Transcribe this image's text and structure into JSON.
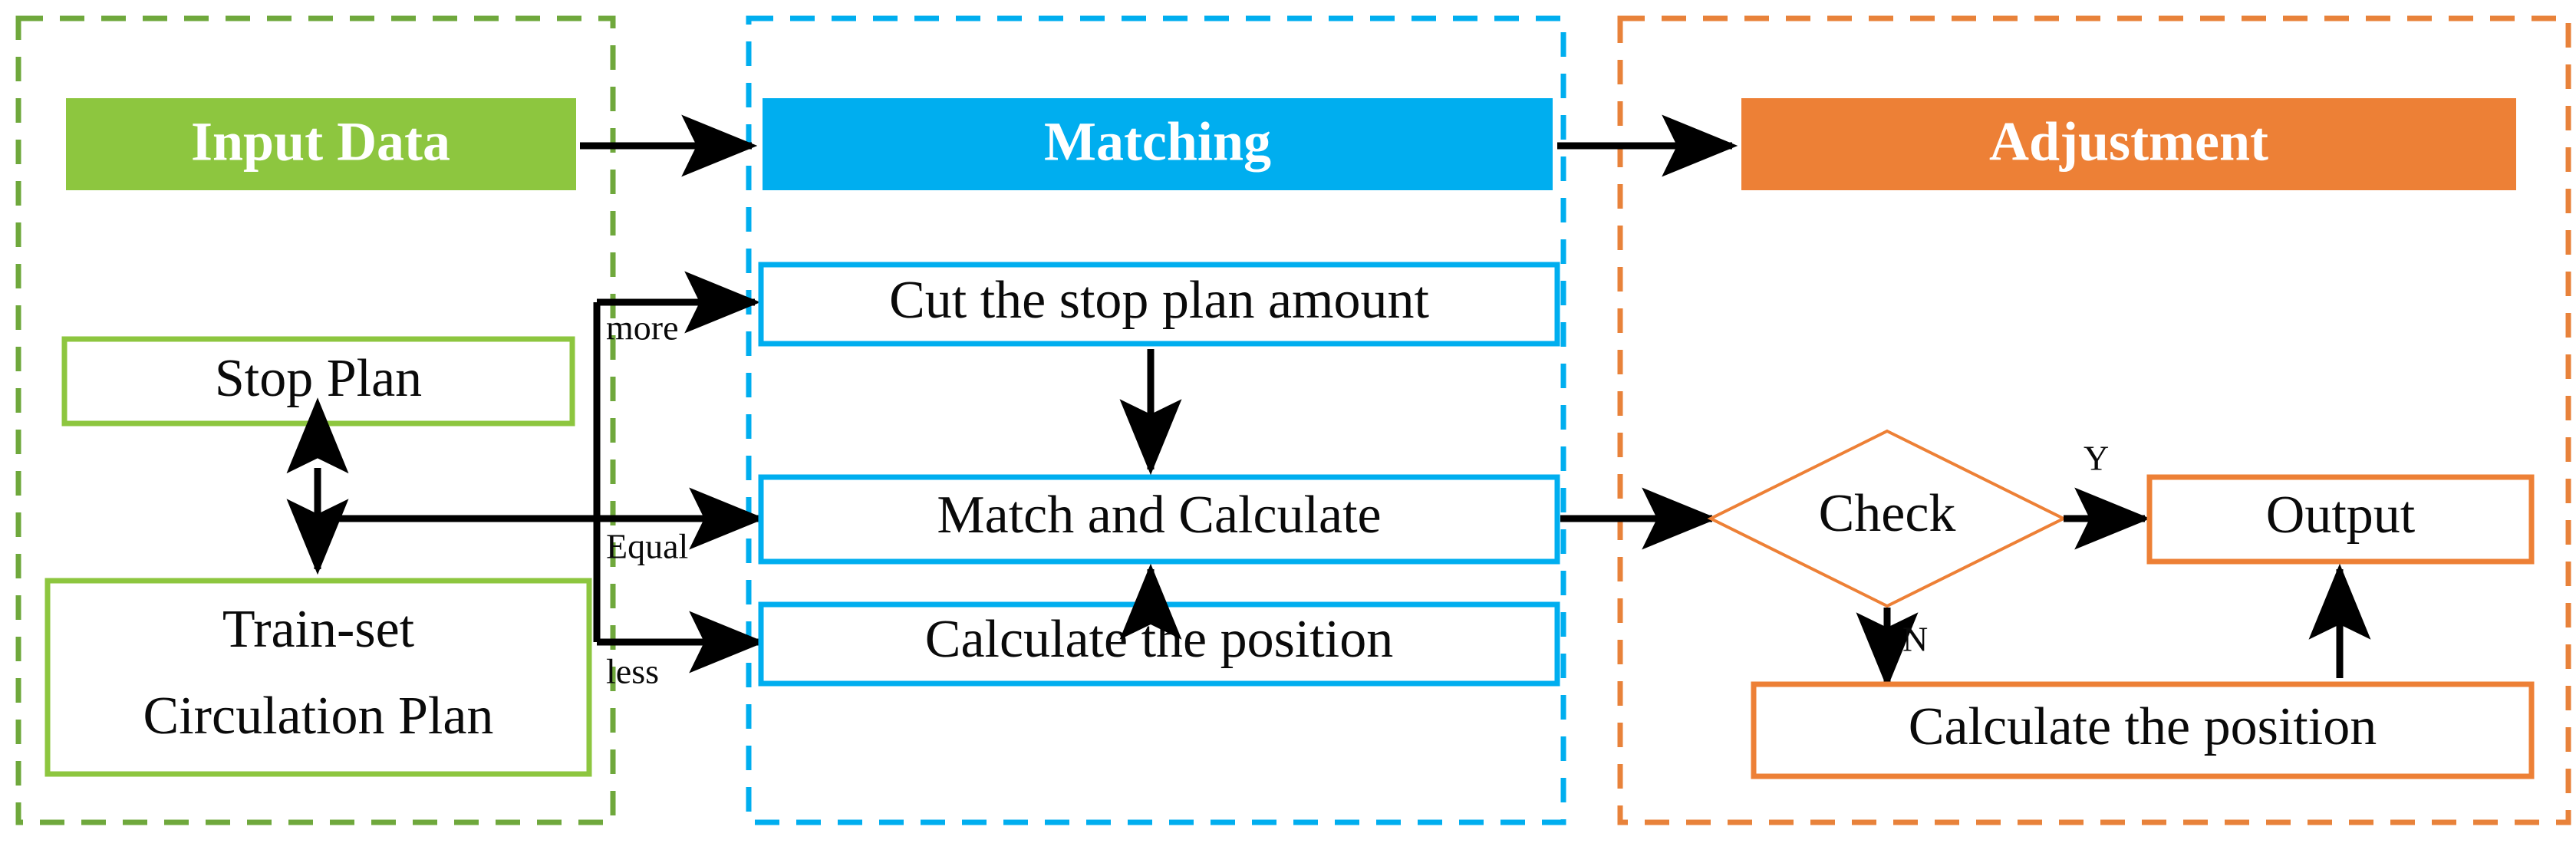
{
  "diagram": {
    "title_hidden": "",
    "groups": [
      {
        "id": "input-data",
        "header": "Input Data",
        "color": "#8DC63F",
        "nodes": [
          "Stop Plan",
          "Train-set\nCirculation Plan"
        ]
      },
      {
        "id": "matching",
        "header": "Matching",
        "color": "#00AEEF",
        "nodes": [
          "Cut the stop plan amount",
          "Match and Calculate",
          "Calculate the position"
        ]
      },
      {
        "id": "adjustment",
        "header": "Adjustment",
        "color": "#ED8036",
        "nodes": [
          "Check",
          "Output",
          "Calculate the position"
        ]
      }
    ]
  },
  "headers": {
    "input_data": "Input Data",
    "matching": "Matching",
    "adjustment": "Adjustment"
  },
  "input_group": {
    "stop_plan": "Stop Plan",
    "train_set_line1": "Train-set",
    "train_set_line2": "Circulation Plan"
  },
  "matching_group": {
    "cut_stop_plan": "Cut the stop plan amount",
    "match_and_calculate": "Match and Calculate",
    "calculate_position": "Calculate the position"
  },
  "adjustment_group": {
    "check": "Check",
    "output": "Output",
    "calculate_position": "Calculate the position"
  },
  "edge_labels": {
    "more": "more",
    "equal": "Equal",
    "less": "less",
    "yes": "Y",
    "no": "N"
  },
  "colors": {
    "green": "#8DC63F",
    "green_dash": "#6FA83C",
    "blue": "#00AEEF",
    "blue_dash": "#00AEEF",
    "orange": "#ED8036",
    "orange_dash": "#E8823A",
    "arrow": "#000000",
    "text_dark": "#0A0A0A",
    "text_light": "#FFFFFF"
  }
}
